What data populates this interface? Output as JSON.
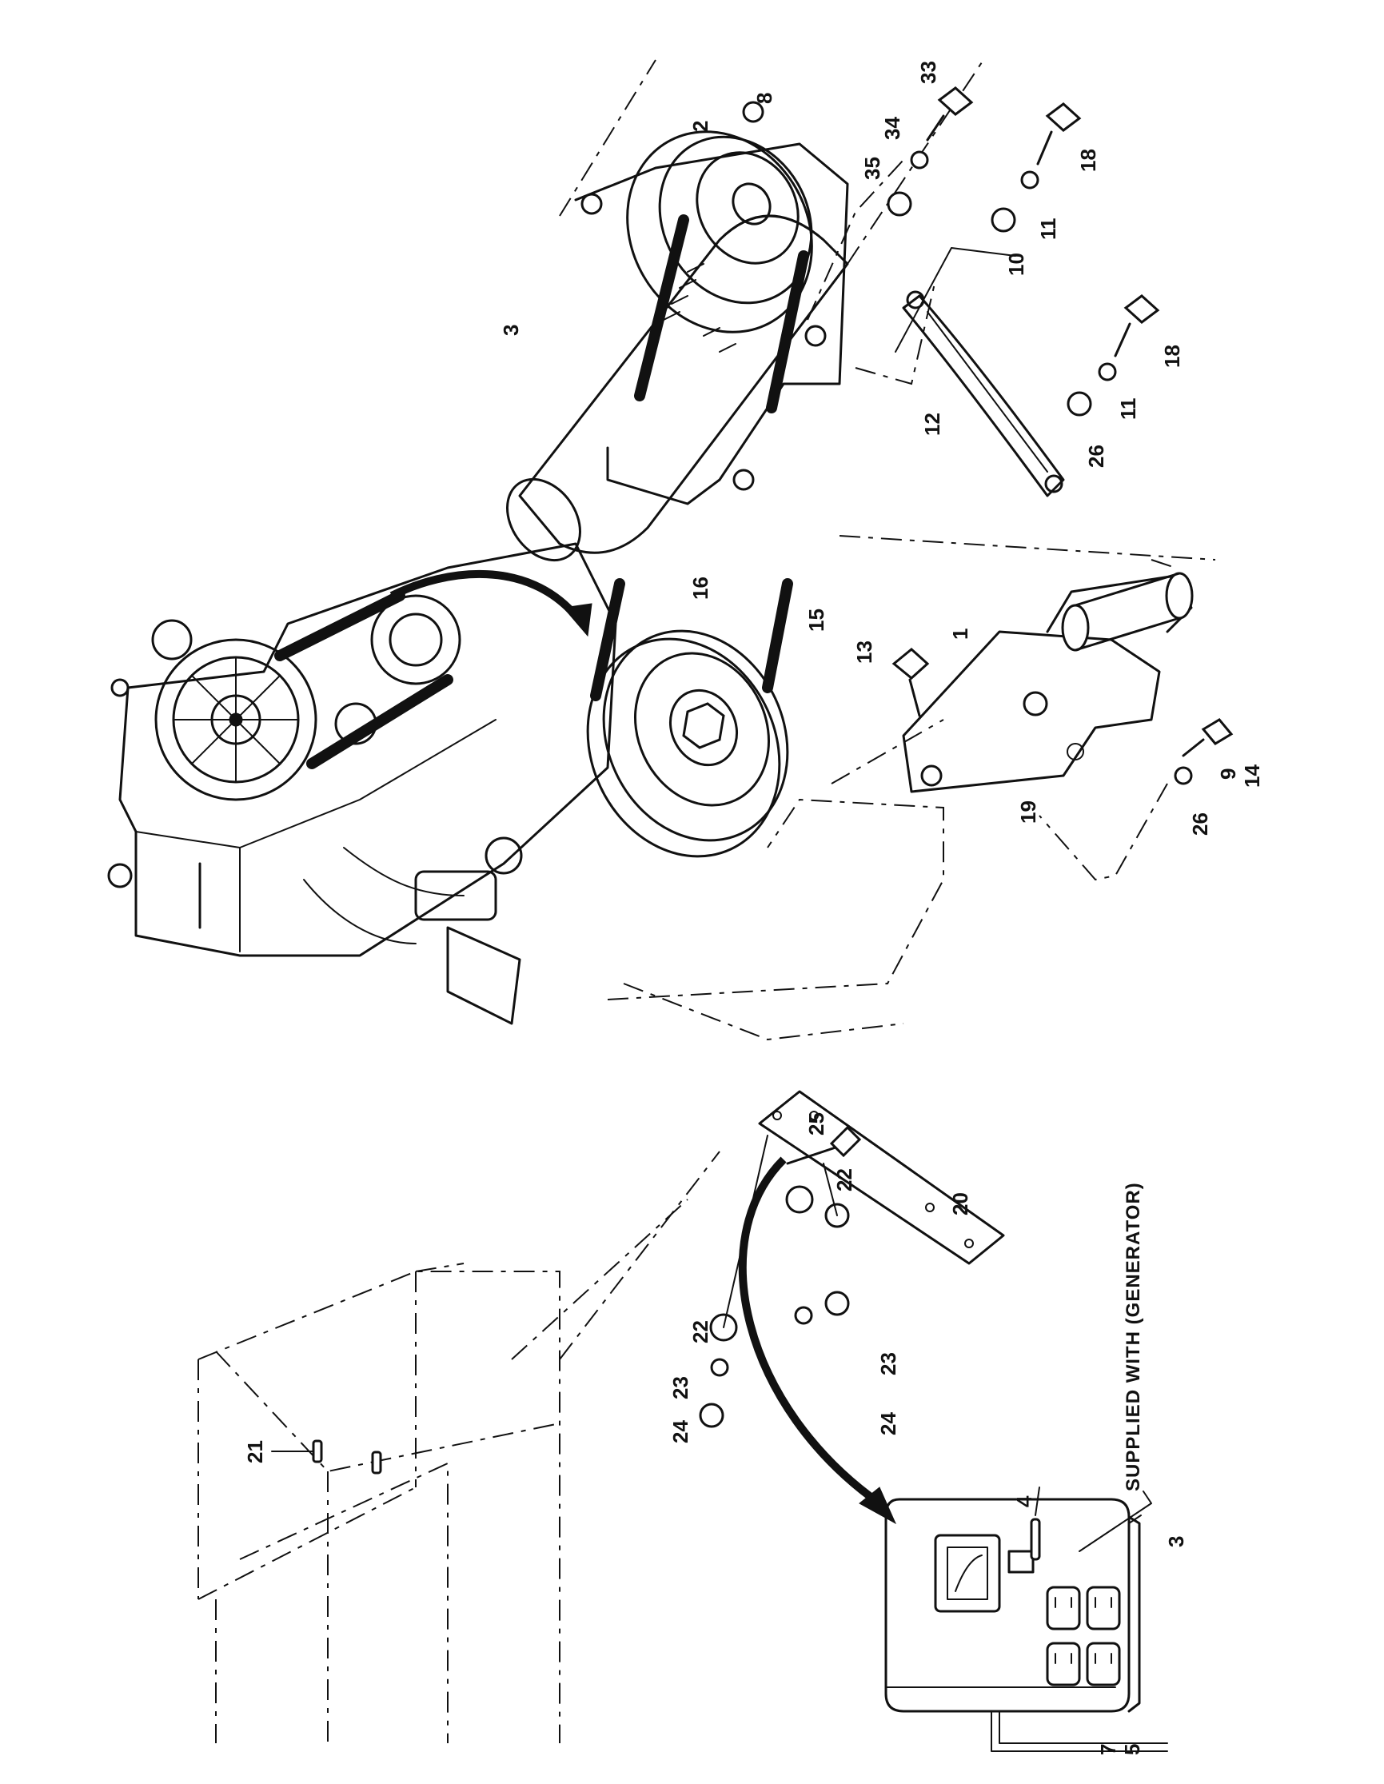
{
  "callouts": {
    "n1": "1",
    "n2": "2",
    "n3_generator": "3",
    "n3_box": "3",
    "n4": "4",
    "n5": "5",
    "n7": "7",
    "n8": "8",
    "n9": "9",
    "n10": "10",
    "n11_a": "11",
    "n11_b": "11",
    "n12": "12",
    "n13": "13",
    "n14": "14",
    "n15": "15",
    "n16": "16",
    "n18_a": "18",
    "n18_b": "18",
    "n19": "19",
    "n20": "20",
    "n21": "21",
    "n22_a": "22",
    "n22_b": "22",
    "n23_a": "23",
    "n23_b": "23",
    "n24_a": "24",
    "n24_b": "24",
    "n25": "25",
    "n26_a": "26",
    "n26_b": "26",
    "n33": "33",
    "n34": "34",
    "n35": "35"
  },
  "supplied_note": "SUPPLIED WITH (GENERATOR)",
  "icons": {
    "engine": "engine-icon",
    "generator": "generator-icon",
    "pulley": "pulley-icon",
    "control_box": "control-box-icon"
  }
}
